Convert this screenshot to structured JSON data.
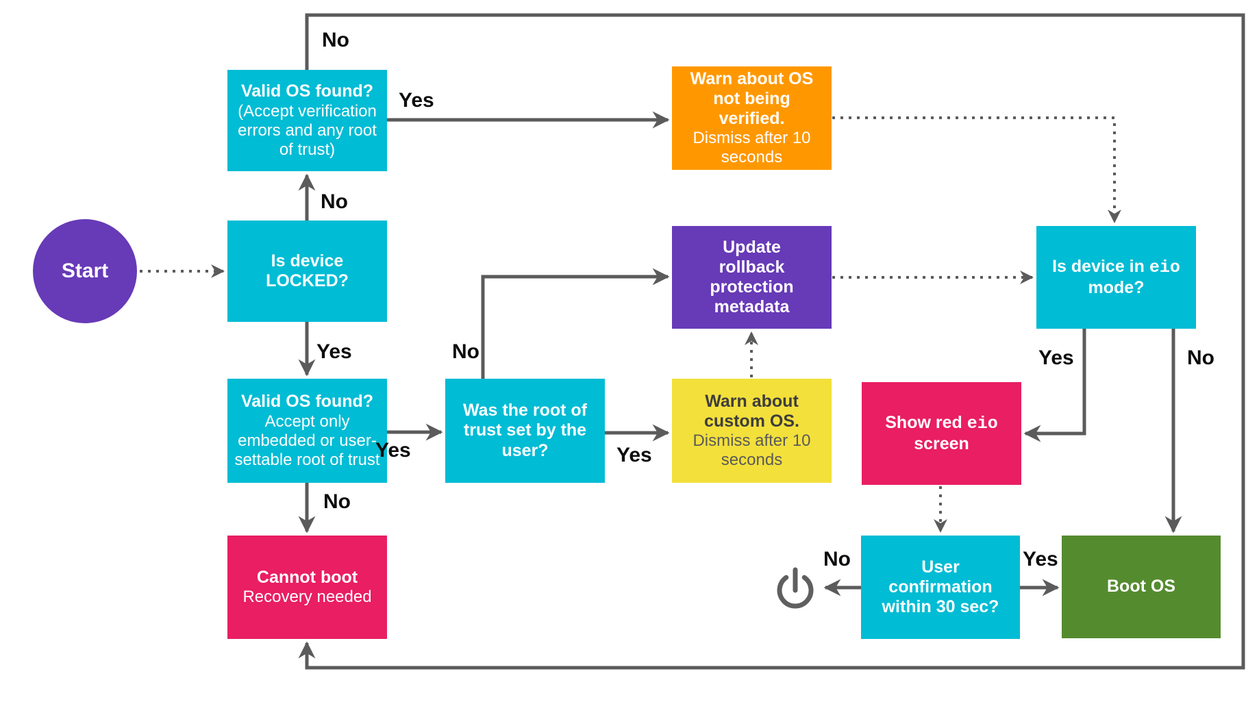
{
  "colors": {
    "cyan": "#00BCD4",
    "purple": "#673AB7",
    "orange": "#FF9800",
    "yellow": "#F3E03B",
    "pink": "#E91E63",
    "green": "#558B2F",
    "connector_gray": "#5b5b5b",
    "label_black": "#0d0d0d",
    "box_text_white": "#ffffff"
  },
  "nodes": {
    "start": {
      "label": "Start"
    },
    "valid_os_any": {
      "title": "Valid OS found?",
      "subtitle": "(Accept verification errors and any root of trust)"
    },
    "locked": {
      "title": "Is device LOCKED?"
    },
    "valid_os_embedded": {
      "title": "Valid OS found?",
      "subtitle": "Accept only embedded or user-settable root of trust"
    },
    "cannot_boot": {
      "title": "Cannot boot",
      "subtitle": "Recovery needed"
    },
    "root_of_trust": {
      "title": "Was the root of trust set by the user?"
    },
    "warn_not_verified": {
      "title": "Warn about OS not being verified.",
      "subtitle": "Dismiss after 10 seconds"
    },
    "update_rollback": {
      "title": "Update rollback protection metadata"
    },
    "warn_custom_os": {
      "title": "Warn about custom OS.",
      "subtitle": "Dismiss after 10 seconds"
    },
    "eio_mode": {
      "prefix": "Is device in ",
      "code": "eio",
      "suffix": " mode?"
    },
    "show_red_eio": {
      "prefix": "Show red ",
      "code": "eio",
      "suffix": " screen"
    },
    "user_confirmation": {
      "title": "User confirmation within 30 sec?"
    },
    "boot_os": {
      "title": "Boot OS"
    }
  },
  "edge_labels": {
    "top_no": "No",
    "top_yes": "Yes",
    "locked_no": "No",
    "locked_yes": "Yes",
    "valid_bottom_yes": "Yes",
    "valid_bottom_no": "No",
    "root_no": "No",
    "root_yes": "Yes",
    "eio_yes": "Yes",
    "eio_no": "No",
    "confirm_no": "No",
    "confirm_yes": "Yes"
  },
  "icons": {
    "power": "power-icon"
  }
}
